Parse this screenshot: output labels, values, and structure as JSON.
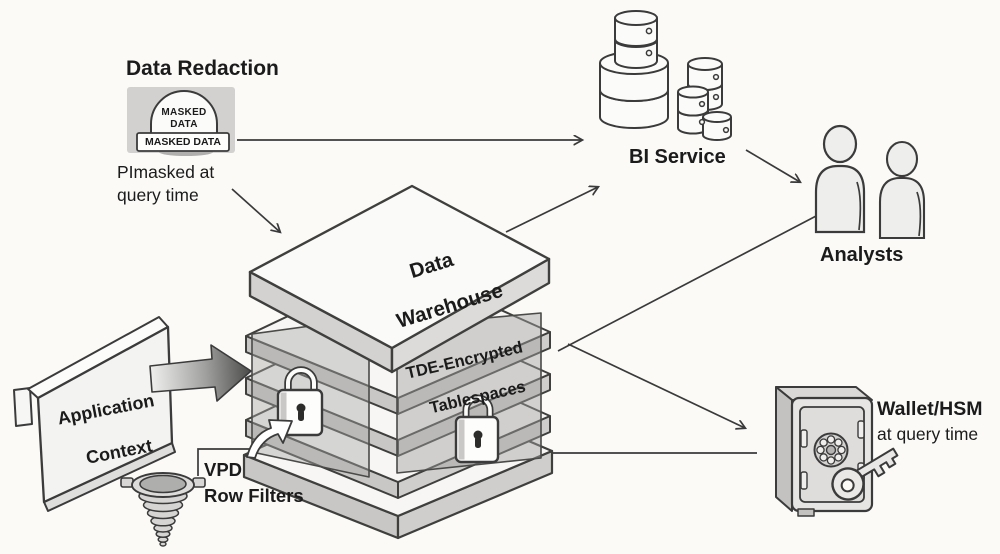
{
  "meta": {
    "description": "Isometric data-security architecture diagram: redaction, VPD, TDE and wallet around a data warehouse"
  },
  "colors": {
    "background": "#fbfaf7",
    "line": "#3a3a3a",
    "text": "#1b1b1b",
    "slab_top": "#f7f6f4",
    "slab_side": "#cccbc9",
    "glass_panel": "#a6a6a4",
    "icon_fill": "#fbfbf9",
    "stamp_plate": "#d2d1cf"
  },
  "nodes": {
    "data_redaction": {
      "title": "Data Redaction",
      "stamp_text_line1": "MASKED",
      "stamp_text_line2": "DATA",
      "stamp_badge": "MASKED DATA",
      "note_line1": "PImasked at",
      "note_line2": "query time"
    },
    "bi_service": {
      "label": "BI Service"
    },
    "analysts": {
      "label": "Analysts"
    },
    "data_warehouse": {
      "label_line1": "Data",
      "label_line2": "Warehouse"
    },
    "tde_tablespaces": {
      "label_line1": "TDE-Encrypted",
      "label_line2": "Tablespaces"
    },
    "application_context": {
      "label_line1": "Application",
      "label_line2": "Context"
    },
    "vpd": {
      "label_line1": "VPD",
      "label_line2": "Row Filters"
    },
    "wallet": {
      "label_line1": "Wallet/HSM",
      "label_line2": "at query time"
    }
  }
}
